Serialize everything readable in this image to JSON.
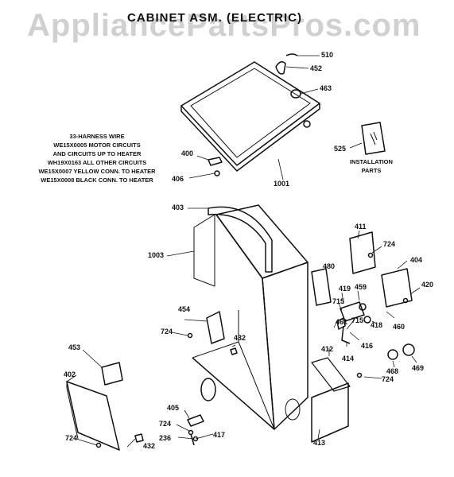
{
  "header": {
    "title": "CABINET ASM. (ELECTRIC)",
    "watermark": "AppliancePartsPros.com"
  },
  "harness_note": {
    "heading": "33-HARNESS WIRE",
    "lines": [
      "WE15X0005 MOTOR CIRCUITS",
      "AND CIRCUITS UP TO HEATER",
      "WH19X0163 ALL OTHER CIRCUITS",
      "WE15X0007 YELLOW CONN. TO HEATER",
      "WE15X0008 BLACK CONN. TO HEATER"
    ]
  },
  "installation_label": [
    "INSTALLATION",
    "PARTS"
  ],
  "part_labels": {
    "p510": "510",
    "p452": "452",
    "p463": "463",
    "p525": "525",
    "p400": "400",
    "p406": "406",
    "p1001": "1001",
    "p403": "403",
    "p1003": "1003",
    "p411": "411",
    "p724a": "724",
    "p404": "404",
    "p480": "480",
    "p419": "419",
    "p459": "459",
    "p420": "420",
    "p715a": "715",
    "p418": "418",
    "p460": "460",
    "p454": "454",
    "p724b": "724",
    "p432a": "432",
    "p461": "461",
    "p715b": "715",
    "p416": "416",
    "p412": "412",
    "p414": "414",
    "p453": "453",
    "p468": "468",
    "p469": "469",
    "p724c": "724",
    "p402": "402",
    "p405": "405",
    "p724d": "724",
    "p236": "236",
    "p417": "417",
    "p413": "413",
    "p724e": "724",
    "p432b": "432"
  }
}
